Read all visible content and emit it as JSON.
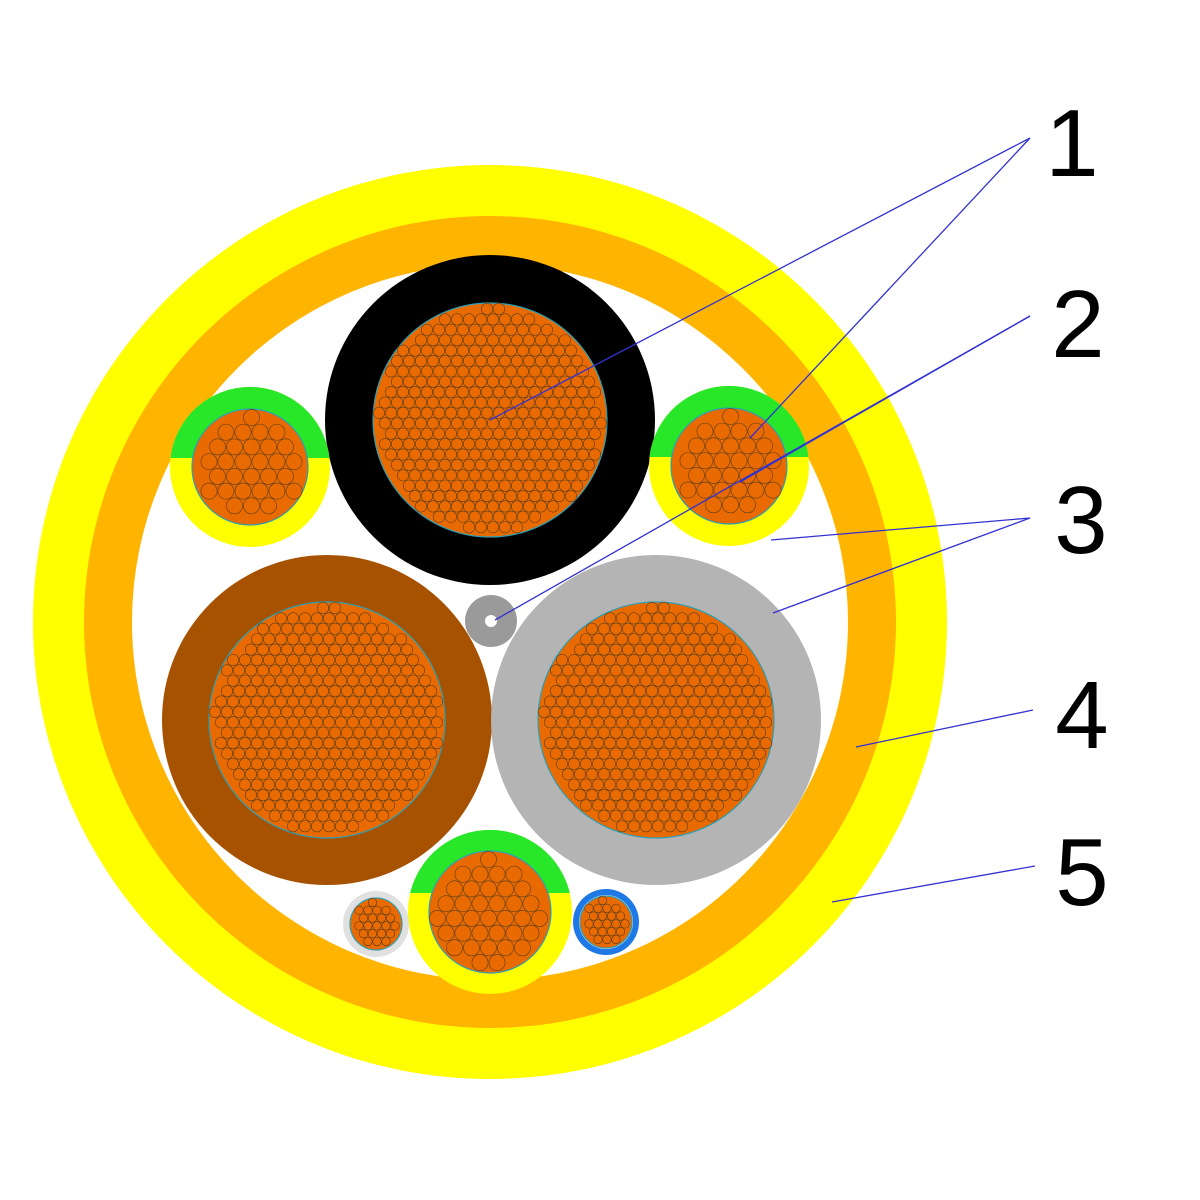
{
  "colors": {
    "outer_sheath": "#ffff00",
    "inner_sheath": "#ffb400",
    "filler": "#ffffff",
    "strand": "#e86a00",
    "strand_edge": "#5a3c1e",
    "core_edge": "#2aa0b8",
    "black_insulation": "#000000",
    "brown_insulation": "#a65200",
    "grey_insulation": "#b4b4b4",
    "ground_yellow": "#ffff00",
    "ground_green": "#28e628",
    "pilot": "#9a9a9a",
    "blue_insulation": "#1e78e6",
    "white_insulation": "#e0e0e0",
    "leader_line": "#3232d2"
  },
  "callouts": [
    {
      "label": "1"
    },
    {
      "label": "2"
    },
    {
      "label": "3"
    },
    {
      "label": "4"
    },
    {
      "label": "5"
    }
  ]
}
